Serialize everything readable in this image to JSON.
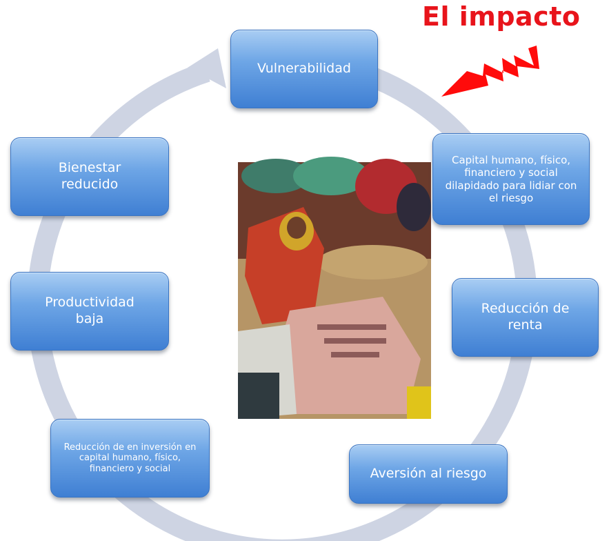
{
  "impact_label": "El impacto",
  "photo": {
    "description_icon": "women-gathered-around-poster-photo"
  },
  "colors": {
    "node_top": "#a9cdf3",
    "node_bottom": "#3f7fd3",
    "cycle_ring": "#ced4e3",
    "impact_red": "#e8141b"
  },
  "nodes": {
    "vulnerabilidad": "Vulnerabilidad",
    "capital_dilapidado": "Capital humano, físico, financiero y social dilapidado para lidiar con el riesgo",
    "reduccion_renta": "Reducción de\nrenta",
    "aversion_riesgo": "Aversión al riesgo",
    "reduccion_inversion": "Reducción de en inversión en capital humano, físico, financiero y social",
    "productividad_baja": "Productividad\nbaja",
    "bienestar_reducido": "Bienestar\nreducido"
  }
}
